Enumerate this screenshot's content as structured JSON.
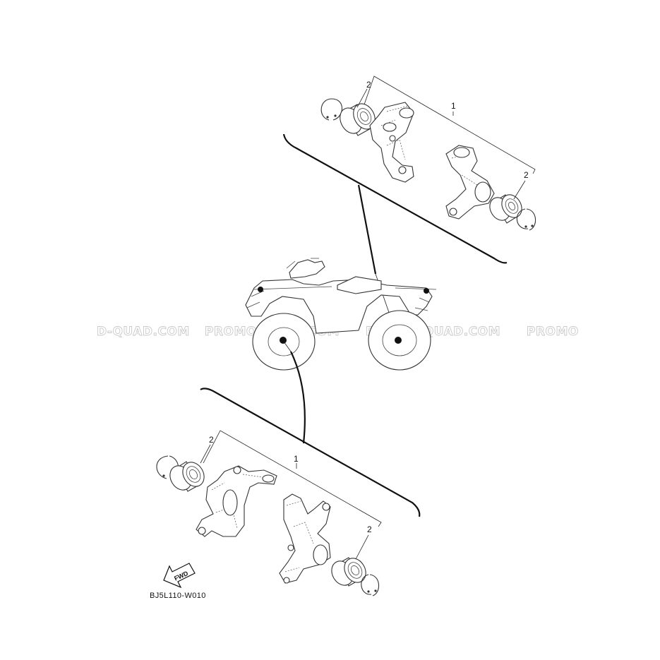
{
  "watermarks": [
    "D-QUAD.COM",
    "PROMO-QUAD.COM",
    "PROMO-QUAD.COM",
    "PROMO"
  ],
  "rear_group": {
    "callout_group": "1",
    "callout_bearing_left": "2",
    "callout_bearing_right": "2"
  },
  "front_group": {
    "callout_group": "1",
    "callout_bearing_left": "2",
    "callout_bearing_right": "2"
  },
  "fwd_arrow_label": "FWD",
  "diagram_code": "BJ5L110-W010",
  "colors": {
    "line": "#111111",
    "watermark": "#c9c9c9",
    "background": "#ffffff"
  }
}
